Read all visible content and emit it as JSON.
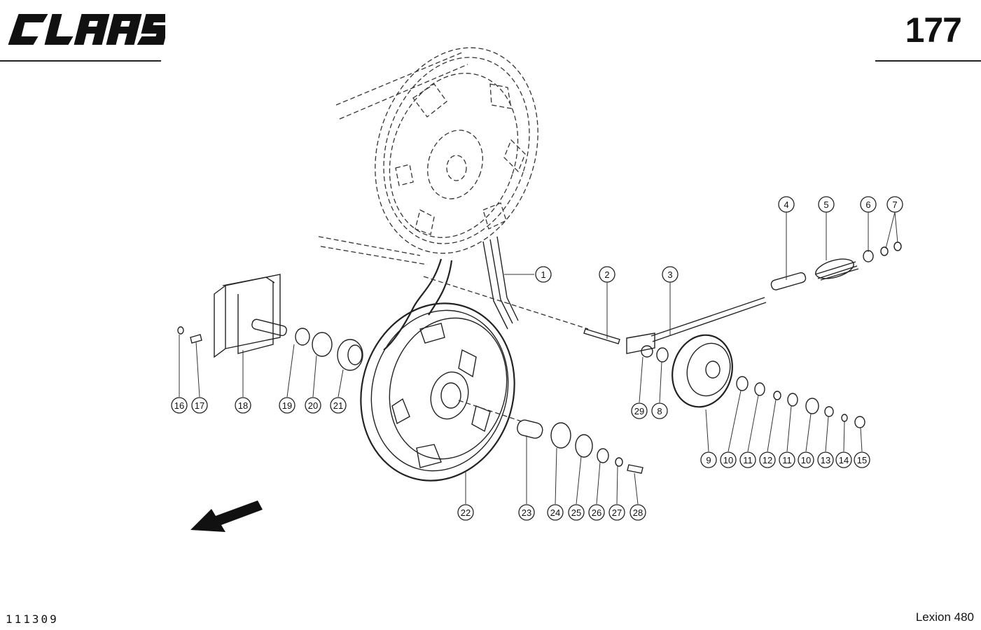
{
  "header": {
    "brand": "CLAAS",
    "page_number": "177"
  },
  "footer": {
    "drawing_number": "111309",
    "model": "Lexion 480"
  },
  "icons": {
    "direction_arrow": "direction-arrow-icon"
  },
  "callouts": [
    "1",
    "2",
    "3",
    "4",
    "5",
    "6",
    "7",
    "8",
    "9",
    "10",
    "11",
    "12",
    "11",
    "10",
    "13",
    "14",
    "15",
    "16",
    "17",
    "18",
    "19",
    "20",
    "21",
    "22",
    "23",
    "24",
    "25",
    "26",
    "27",
    "28",
    "29"
  ]
}
